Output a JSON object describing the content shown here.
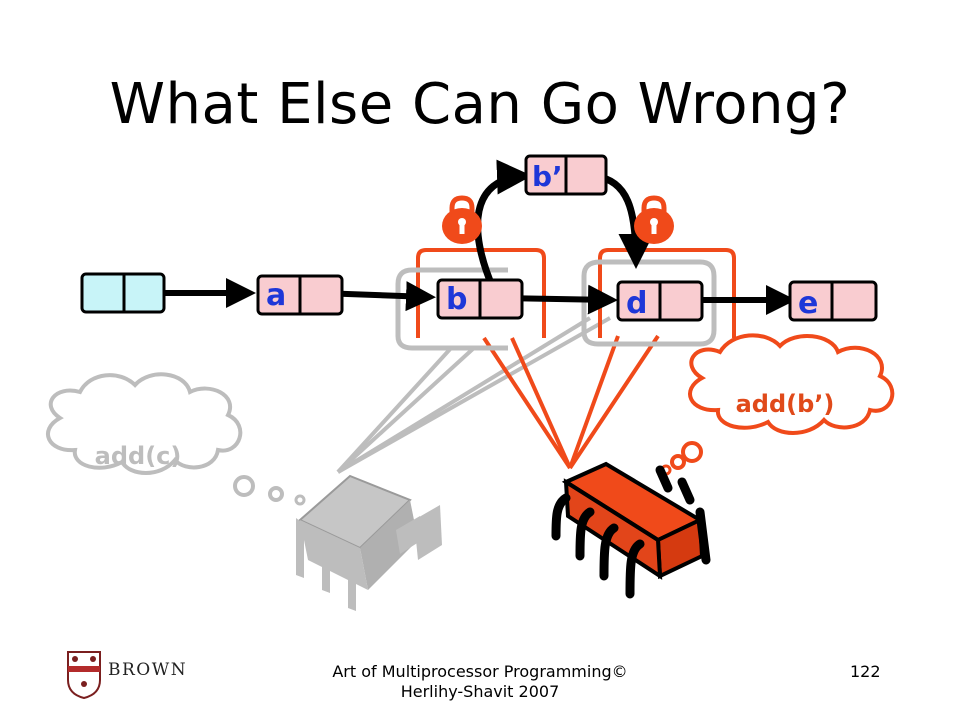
{
  "slide": {
    "title": "What Else Can Go Wrong?",
    "footer": "Art of Multiprocessor Programming© Herlihy-Shavit 2007",
    "page_number": "122",
    "logo_text": "BROWN"
  },
  "nodes": [
    {
      "id": "head",
      "label": ""
    },
    {
      "id": "a",
      "label": "a"
    },
    {
      "id": "b",
      "label": "b"
    },
    {
      "id": "d",
      "label": "d"
    },
    {
      "id": "e",
      "label": "e"
    },
    {
      "id": "bprime",
      "label": "b’"
    }
  ],
  "threads": {
    "gray": {
      "thought": "add(c)"
    },
    "red": {
      "thought": "add(b’)"
    }
  },
  "colors": {
    "node_head_fill": "#c8f4f8",
    "node_fill": "#f9ccd0",
    "label_blue": "#1e37d8",
    "lock_red": "#f04a1a",
    "gray": "#bdbdbd",
    "red_text": "#e04a1a"
  },
  "icons": [
    "lock-icon",
    "lock-icon",
    "thread-chip-icon",
    "thread-chip-icon",
    "thought-cloud-icon",
    "thought-cloud-icon"
  ]
}
